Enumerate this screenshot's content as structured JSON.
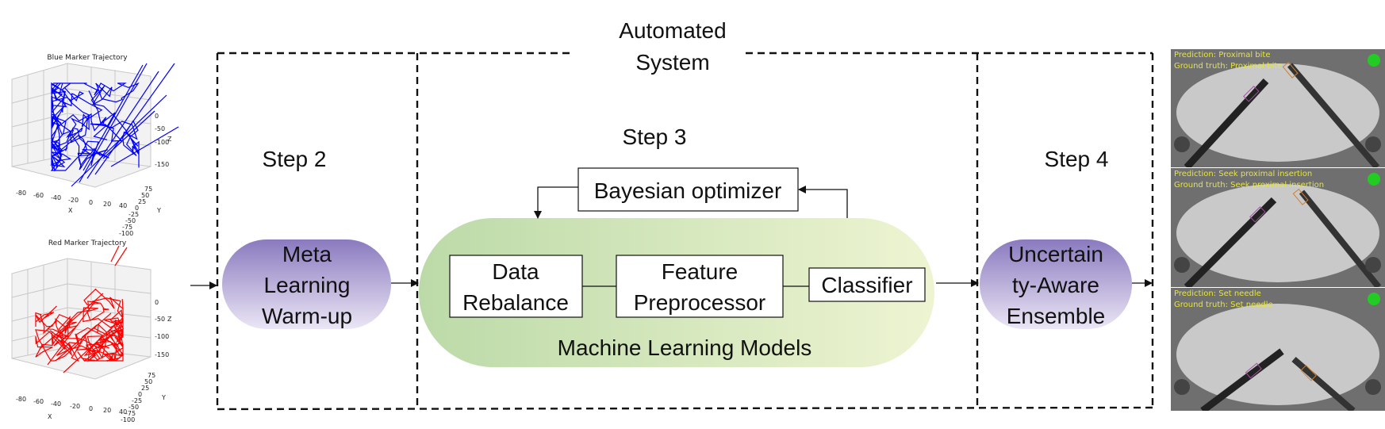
{
  "left_plots": {
    "blue": {
      "title": "Blue Marker Trajectory",
      "x_ticks": [
        "-80",
        "-60",
        "-40",
        "-20",
        "0",
        "20",
        "40"
      ],
      "x_label": "X",
      "y_ticks": [
        "75",
        "50",
        "25",
        "0",
        "-25",
        "-50",
        "-75",
        "-100"
      ],
      "y_label": "Y",
      "z_ticks": [
        "0",
        "-50",
        "-100",
        "-150"
      ],
      "z_label": "Z",
      "color": "#0000ff"
    },
    "red": {
      "title": "Red Marker Trajectory",
      "x_ticks": [
        "-80",
        "-60",
        "-40",
        "-20",
        "0",
        "20",
        "40"
      ],
      "x_label": "X",
      "y_ticks": [
        "75",
        "50",
        "25",
        "0",
        "-25",
        "-50",
        "-75",
        "-100"
      ],
      "y_label": "Y",
      "z_ticks": [
        "0",
        "-50",
        "-100",
        "-150"
      ],
      "z_label": "Z",
      "color": "#ff0000"
    }
  },
  "system": {
    "title_line1": "Automated",
    "title_line2": "System"
  },
  "step2": {
    "label": "Step 2",
    "node_line1": "Meta",
    "node_line2": "Learning",
    "node_line3": "Warm-up"
  },
  "step3": {
    "label": "Step 3",
    "optimizer": "Bayesian optimizer",
    "data_line1": "Data",
    "data_line2": "Rebalance",
    "feature_line1": "Feature",
    "feature_line2": "Preprocessor",
    "classifier": "Classifier",
    "models_label": "Machine Learning Models"
  },
  "step4": {
    "label": "Step 4",
    "node_line1": "Uncertain",
    "node_line2": "ty-Aware",
    "node_line3": "Ensemble"
  },
  "frames": [
    {
      "prediction": "Prediction: Proximal bite",
      "ground_truth": "Ground truth: Proximal bite"
    },
    {
      "prediction": "Prediction: Seek proximal insertion",
      "ground_truth": "Ground truth: Seek proximal insertion"
    },
    {
      "prediction": "Prediction: Set needle",
      "ground_truth": "Ground truth: Set needle"
    }
  ],
  "colors": {
    "meta_node": "#9b8cc8",
    "ml_pill_start": "#c3deb0",
    "ml_pill_end": "#eef4d2",
    "blue_marker": "#0000ff",
    "red_marker": "#ff0000",
    "status_dot": "#22cc22"
  }
}
